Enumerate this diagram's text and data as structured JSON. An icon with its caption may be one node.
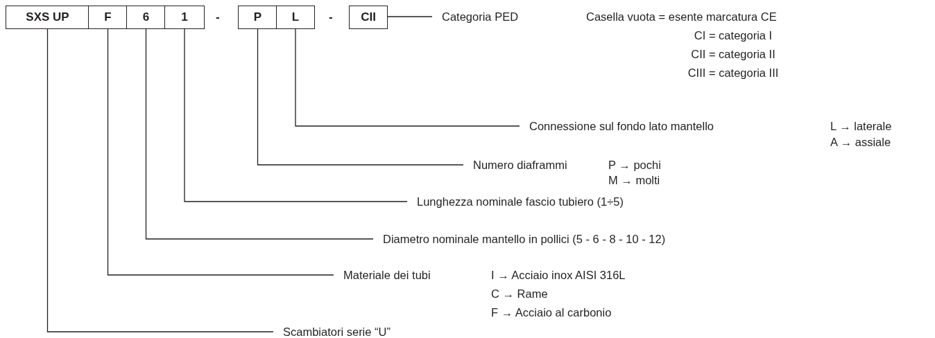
{
  "diagram": {
    "nodes": [
      {
        "text": [
          "SXS UP"
        ]
      },
      {
        "text": [
          "F"
        ]
      },
      {
        "text": [
          "6"
        ]
      },
      {
        "text": [
          "1"
        ]
      },
      {
        "text": [
          "P"
        ]
      },
      {
        "text": [
          "L"
        ]
      },
      {
        "text": [
          "CII"
        ]
      },
      {
        "text": [
          "Categoria PED"
        ],
        "beside": [
          "Casella vuota = esente marcatura CE",
          "CI = categoria I",
          "CII = categoria II",
          "CIII = categoria III"
        ]
      },
      {
        "text": [
          "Connessione sul fondo lato mantello"
        ],
        "beside": [
          "L → laterale",
          "A → assiale"
        ]
      },
      {
        "text": [
          "Numero diaframmi"
        ],
        "beside": [
          "P → pochi",
          "M → molti"
        ]
      },
      {
        "text": [
          "Lunghezza nominale fascio tubiero (1÷5)"
        ]
      },
      {
        "text": [
          "Diametro nominale mantello in pollici (5 - 6 - 8 - 10 - 12)"
        ]
      },
      {
        "text": [
          "Materiale dei tubi"
        ],
        "beside": [
          "I → Acciaio inox AISI 316L",
          "C → Rame",
          "F → Acciaio al carbonio"
        ]
      },
      {
        "text": [
          "Scambiatori serie “U”"
        ]
      }
    ],
    "edges": [
      {
        "from": 6,
        "to": 7,
        "arrow": "none"
      },
      {
        "from": 5,
        "to": 8,
        "arrow": "none"
      },
      {
        "from": 4,
        "to": 9,
        "arrow": "none"
      },
      {
        "from": 3,
        "to": 10,
        "arrow": "none"
      },
      {
        "from": 2,
        "to": 11,
        "arrow": "none"
      },
      {
        "from": 1,
        "to": 12,
        "arrow": "none"
      },
      {
        "from": 0,
        "to": 13,
        "arrow": "none"
      }
    ],
    "labels": [
      "-",
      "-"
    ]
  }
}
